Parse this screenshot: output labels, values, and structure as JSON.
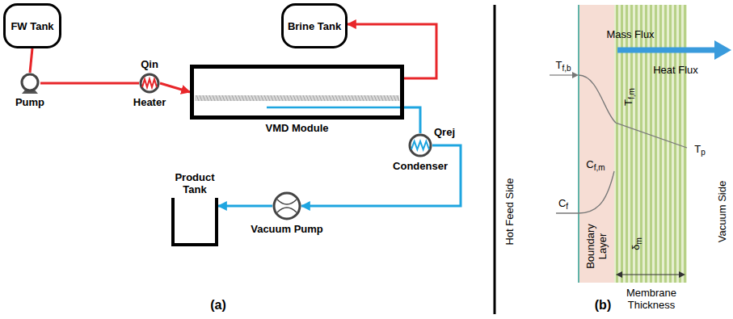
{
  "diagram": {
    "nodes": [
      {
        "text": [
          "FW Tank"
        ]
      },
      {
        "text": [
          "Brine Tank"
        ]
      },
      {
        "text": [
          "Pump"
        ]
      },
      {
        "text": [
          "Qin",
          "Heater"
        ]
      },
      {
        "text": [
          "VMD Module"
        ]
      },
      {
        "text": [
          "Qrej",
          "Condenser"
        ]
      },
      {
        "text": [
          "Product Tank"
        ]
      },
      {
        "text": [
          "Vacuum Pump"
        ]
      }
    ],
    "edges": [
      {
        "from": 0,
        "to": 2,
        "arrow": "none"
      },
      {
        "from": 2,
        "to": 3,
        "arrow": "none"
      },
      {
        "from": 3,
        "to": 4,
        "arrow": "to"
      },
      {
        "from": 4,
        "to": 1,
        "arrow": "to"
      },
      {
        "from": 4,
        "to": 5,
        "arrow": "none"
      },
      {
        "from": 5,
        "to": 7,
        "arrow": "to"
      },
      {
        "from": 7,
        "to": 6,
        "arrow": "to"
      }
    ],
    "labels": [
      "(a)",
      "Mass Flux",
      "Heat Flux",
      "Hot Feed Side",
      "Tf,b",
      "Tf,m",
      "Tp",
      "Cf",
      "Cf,m",
      "δm",
      "Boundary Layer",
      "Membrane Thickness",
      "Vacuum Side",
      "(b)"
    ]
  }
}
